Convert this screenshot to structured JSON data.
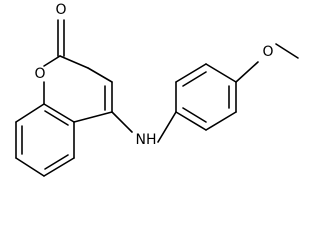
{
  "structure": {
    "atoms": {
      "carbonyl_oxygen": "O",
      "ring_oxygen": "O",
      "amine": "NH",
      "methoxy_oxygen": "O"
    },
    "colors": {
      "bond": "#000000",
      "background": "#ffffff"
    }
  }
}
